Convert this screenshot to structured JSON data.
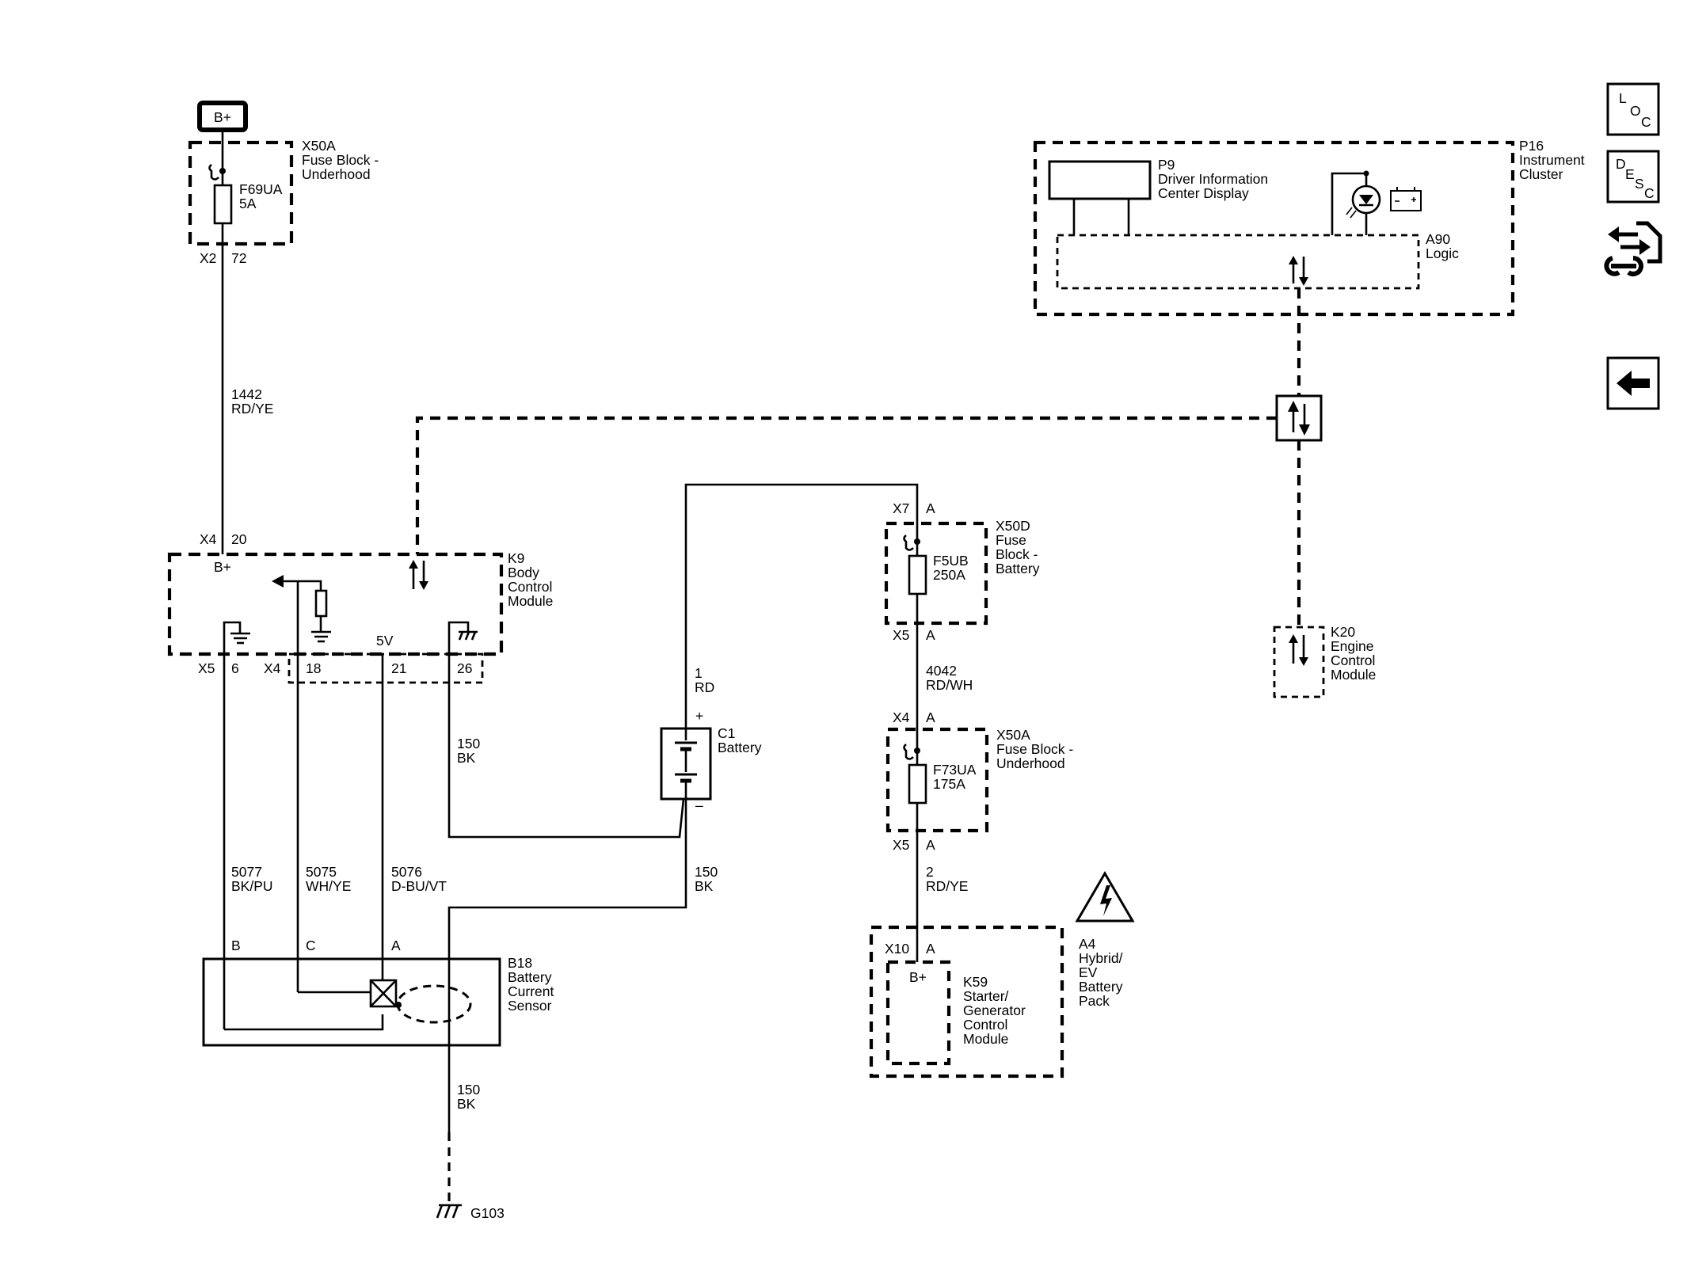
{
  "power_source": {
    "label": "B+"
  },
  "fuse_x50a_top": {
    "name": "X50A",
    "desc_l1": "Fuse Block -",
    "desc_l2": "Underhood",
    "fuse_id": "F69UA",
    "fuse_rating": "5A",
    "conn": "X2",
    "pin": "72"
  },
  "wire_1442": {
    "circuit": "1442",
    "color": "RD/YE"
  },
  "bcm": {
    "conn_top": "X4",
    "pin_top": "20",
    "bplus": "B+",
    "fivev": "5V",
    "name": "K9",
    "desc_l1": "Body",
    "desc_l2": "Control",
    "desc_l3": "Module",
    "conn_x5": "X5",
    "pin_6": "6",
    "conn_x4": "X4",
    "pin_18": "18",
    "pin_21": "21",
    "pin_26": "26"
  },
  "wire_150_bcm": {
    "circuit": "150",
    "color": "BK"
  },
  "wire_5077": {
    "circuit": "5077",
    "color": "BK/PU"
  },
  "wire_5075": {
    "circuit": "5075",
    "color": "WH/YE"
  },
  "wire_5076": {
    "circuit": "5076",
    "color": "D-BU/VT"
  },
  "sensor_b18": {
    "pin_b": "B",
    "pin_c": "C",
    "pin_a": "A",
    "name": "B18",
    "desc_l1": "Battery",
    "desc_l2": "Current",
    "desc_l3": "Sensor"
  },
  "wire_150_ground": {
    "circuit": "150",
    "color": "BK"
  },
  "ground": {
    "name": "G103"
  },
  "battery_c1": {
    "name": "C1",
    "desc": "Battery",
    "plus": "+",
    "minus": "–"
  },
  "wire_1_rd": {
    "circuit": "1",
    "color": "RD"
  },
  "wire_150_batt": {
    "circuit": "150",
    "color": "BK"
  },
  "fuse_x50d": {
    "conn_top": "X7",
    "pin_top": "A",
    "name": "X50D",
    "desc_l1": "Fuse",
    "desc_l2": "Block -",
    "desc_l3": "Battery",
    "fuse_id": "F5UB",
    "fuse_rating": "250A",
    "conn_bot": "X5",
    "pin_bot": "A"
  },
  "wire_4042": {
    "circuit": "4042",
    "color": "RD/WH"
  },
  "fuse_x50a_bottom": {
    "conn_top": "X4",
    "pin_top": "A",
    "name": "X50A",
    "desc_l1": "Fuse Block -",
    "desc_l2": "Underhood",
    "fuse_id": "F73UA",
    "fuse_rating": "175A",
    "conn_bot": "X5",
    "pin_bot": "A"
  },
  "wire_2": {
    "circuit": "2",
    "color": "RD/YE"
  },
  "hybrid_pack": {
    "conn": "X10",
    "pin": "A",
    "bplus": "B+",
    "k59_name": "K59",
    "k59_l1": "Starter/",
    "k59_l2": "Generator",
    "k59_l3": "Control",
    "k59_l4": "Module",
    "name": "A4",
    "desc_l1": "Hybrid/",
    "desc_l2": "EV",
    "desc_l3": "Battery",
    "desc_l4": "Pack"
  },
  "cluster": {
    "name": "P16",
    "desc_l1": "Instrument",
    "desc_l2": "Cluster",
    "display_name": "P9",
    "display_l1": "Driver Information",
    "display_l2": "Center Display",
    "logic_name": "A90",
    "logic_desc": "Logic"
  },
  "ecm": {
    "name": "K20",
    "desc_l1": "Engine",
    "desc_l2": "Control",
    "desc_l3": "Module"
  },
  "nav_icons": {
    "loc_l": "L",
    "loc_o": "O",
    "loc_c": "C",
    "desc_d": "D",
    "desc_e": "E",
    "desc_s": "S",
    "desc_c": "C"
  }
}
